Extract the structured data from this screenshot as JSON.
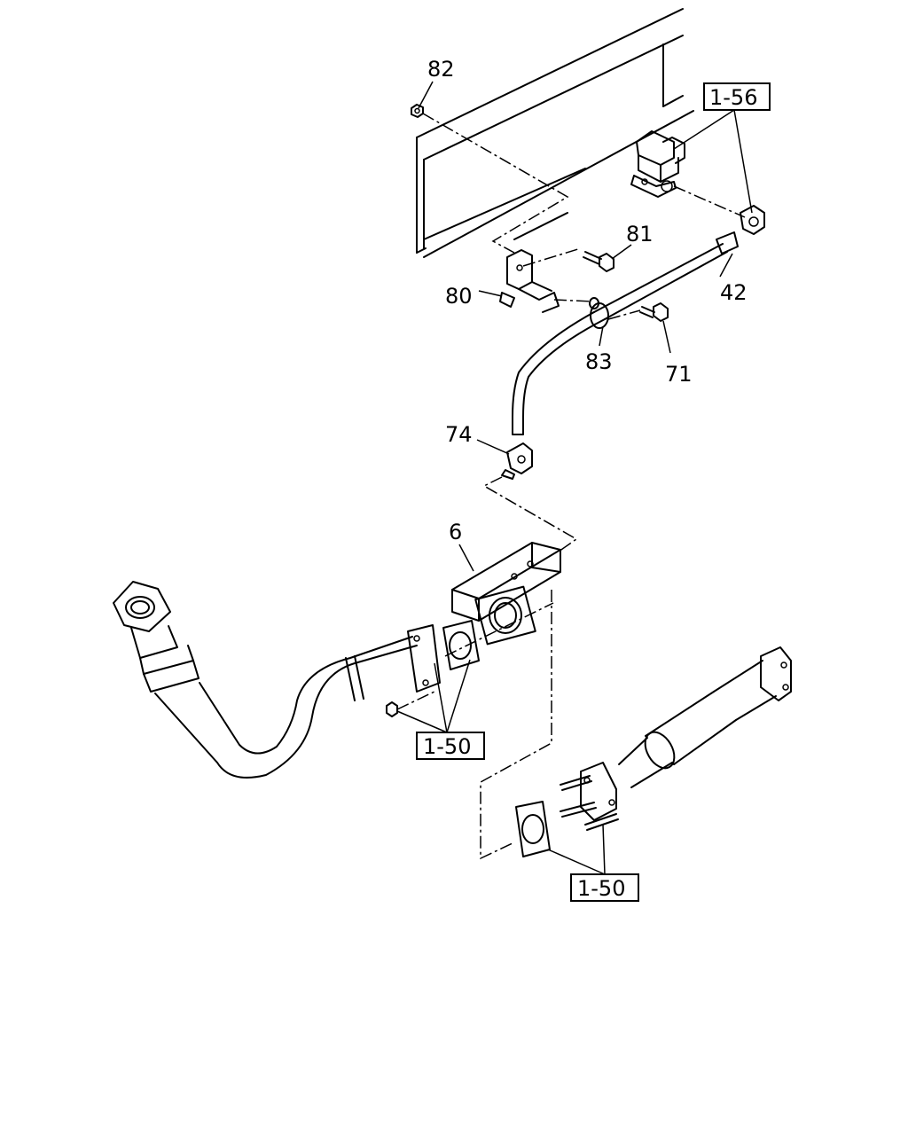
{
  "callouts": {
    "c82": "82",
    "c81": "81",
    "c80": "80",
    "c42": "42",
    "c83": "83",
    "c71": "71",
    "c74": "74",
    "c6": "6"
  },
  "references": {
    "ref_156": "1-56",
    "ref_150_left": "1-50",
    "ref_150_right": "1-50"
  }
}
